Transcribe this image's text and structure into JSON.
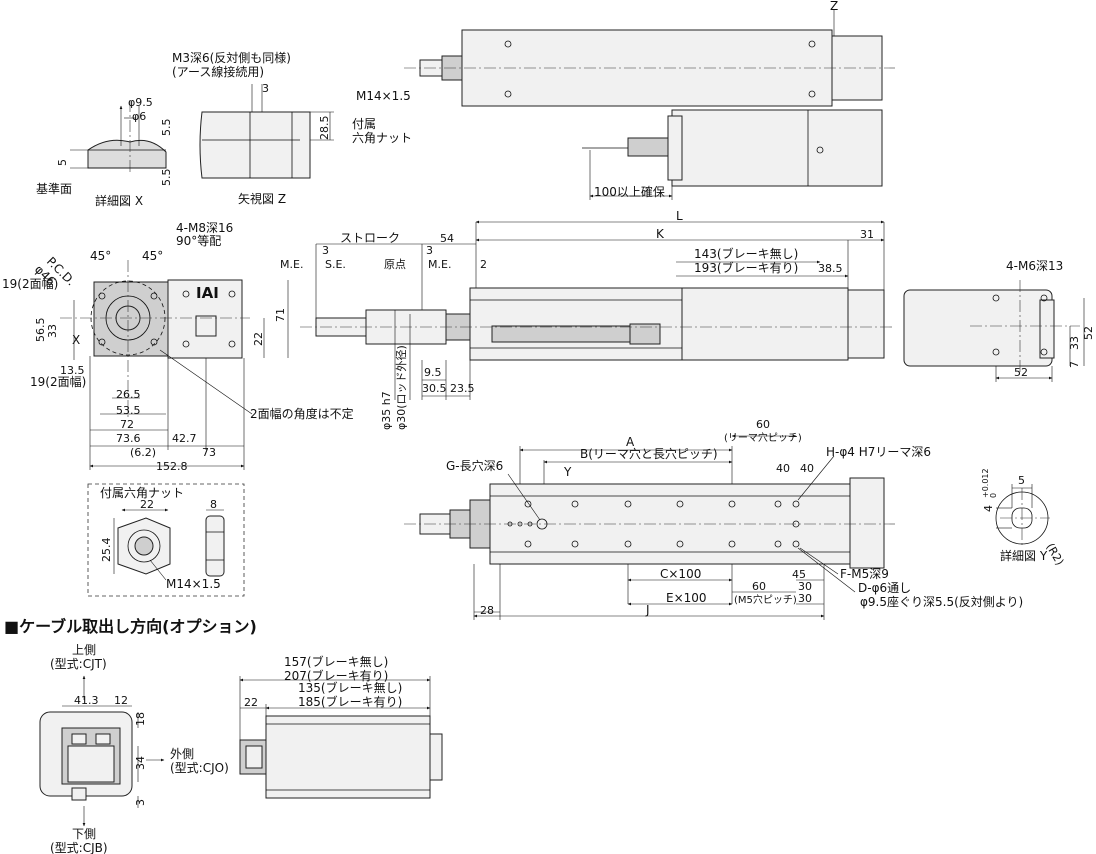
{
  "labels": {
    "m3_note_1": "M3深6(反対側も同様)",
    "m3_note_2": "(アース線接続用)",
    "detail_x": "詳細図 X",
    "reference_plane": "基準面",
    "view_z": "矢視図 Z",
    "z": "Z",
    "x": "X",
    "y": "Y",
    "m14_top": "M14×1.5",
    "hex_nut_top_1": "付属",
    "hex_nut_top_2": "六角ナット",
    "cable_min": "100以上確保",
    "dim_L": "L",
    "dim_K": "K",
    "stroke": "ストローク",
    "me1": "M.E.",
    "se": "S.E.",
    "home": "原点",
    "me2": "M.E.",
    "brake_none_143": "143(ブレーキ無し)",
    "brake_with_193": "193(ブレーキ有り)",
    "pcd": "P.C.D.",
    "phi46": "φ46",
    "m8": "4-M8深16",
    "equal90": "90°等配",
    "deg45_a": "45°",
    "deg45_b": "45°",
    "logo": "IAI",
    "two_face_top": "19(2面幅)",
    "two_face_bottom": "19(2面幅)",
    "angle_note": "2面幅の角度は不定",
    "m6": "4-M6深13",
    "phi35": "φ35 h7",
    "phi30": "φ30(ロッド外径)",
    "dim_A": "A",
    "dim_B": "B(リーマ穴と長穴ピッチ)",
    "reamer_pitch": "(リーマ穴ピッチ)",
    "g_slot": "G-長穴深6",
    "h_hole": "H-φ4 H7リーマ深6",
    "f_m5": "F-M5深9",
    "d_hole": "D-φ6通し",
    "d_cbore": "φ9.5座ぐり深5.5(反対側より)",
    "c100": "C×100",
    "e100": "E×100",
    "m5_pitch": "(M5穴ピッチ)",
    "dim_J": "J",
    "detail_y": "詳細図 Y",
    "tol_4": "4",
    "tol_upper": "+0.012",
    "tol_lower": "0",
    "r2": "(R2)",
    "nut_title": "付属六角ナット",
    "m14_nut": "M14×1.5",
    "cable_title": "■ケーブル取出し方向(オプション)",
    "up": "上側",
    "up_type": "(型式:CJT)",
    "out": "外側",
    "out_type": "(型式:CJO)",
    "down": "下側",
    "down_type": "(型式:CJB)",
    "brake_none_157": "157(ブレーキ無し)",
    "brake_with_207": "207(ブレーキ有り)",
    "brake_none_135": "135(ブレーキ無し)",
    "brake_with_185": "185(ブレーキ有り)"
  },
  "dims": {
    "d9_5": "φ9.5",
    "d6": "φ6",
    "d5_5a": "5.5",
    "d5_5b": "5.5",
    "d5": "5",
    "d3_z": "3",
    "d28_5": "28.5",
    "d3_me": "3",
    "d3_home": "3",
    "d54": "54",
    "d2": "2",
    "d31": "31",
    "d38_5": "38.5",
    "d56_5": "56.5",
    "d33": "33",
    "d71": "71",
    "d22_front": "22",
    "d13_5": "13.5",
    "d26_5": "26.5",
    "d53_5": "53.5",
    "d72": "72",
    "d73_6": "73.6",
    "d6_2": "(6.2)",
    "d42_7": "42.7",
    "d73": "73",
    "d152_8": "152.8",
    "d9_5b": "9.5",
    "d30_5": "30.5",
    "d23_5": "23.5",
    "d52_side": "52",
    "d33_side": "33",
    "d7_side": "7",
    "d52_bottom": "52",
    "d60_top": "60",
    "d40_a": "40",
    "d40_b": "40",
    "d45": "45",
    "d60_bottom": "60",
    "d30_a": "30",
    "d30_b": "30",
    "d28": "28",
    "d5_y": "5",
    "d22_nut": "22",
    "d8_nut": "8",
    "d25_4": "25.4",
    "d41_3": "41.3",
    "d12": "12",
    "d18": "18",
    "d34": "34",
    "d3_c": "3",
    "d22_cable": "22"
  }
}
